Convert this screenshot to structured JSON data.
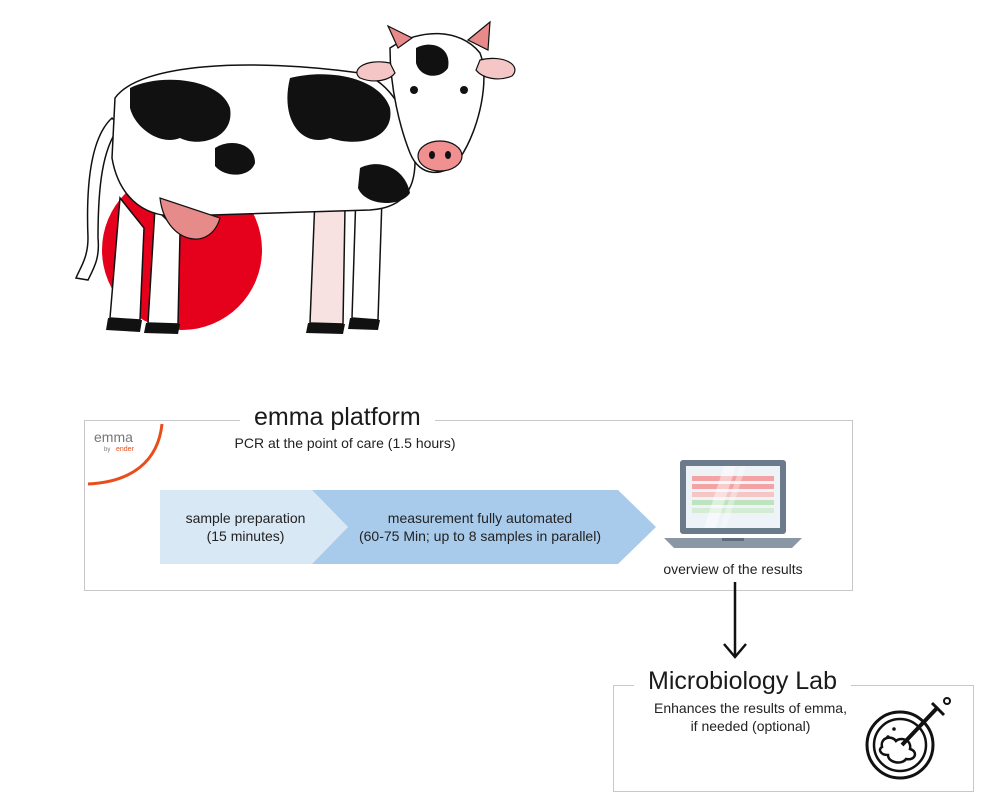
{
  "platform": {
    "title": "emma platform",
    "subtitle": "PCR at the point of care (1.5 hours)",
    "logo_text": "emma",
    "logo_sub_by": "by",
    "logo_sub_brand": "ender",
    "steps": [
      {
        "line1": "sample preparation",
        "line2": "(15 minutes)"
      },
      {
        "line1": "measurement fully automated",
        "line2": "(60-75 Min; up to 8 samples in parallel)"
      }
    ],
    "results_label": "overview of the results"
  },
  "lab": {
    "title": "Microbiology Lab",
    "desc_line1": "Enhances the results of emma,",
    "desc_line2": "if needed (optional)"
  },
  "colors": {
    "accent_red": "#e5001c",
    "logo_orange": "#e84e1b",
    "step1_fill": "#d9e8f5",
    "step2_fill": "#a8cbeb",
    "border": "#c8c8c8"
  },
  "icons": [
    "cow-illustration",
    "emma-logo",
    "laptop-icon",
    "down-arrow-icon",
    "petri-dish-icon"
  ]
}
